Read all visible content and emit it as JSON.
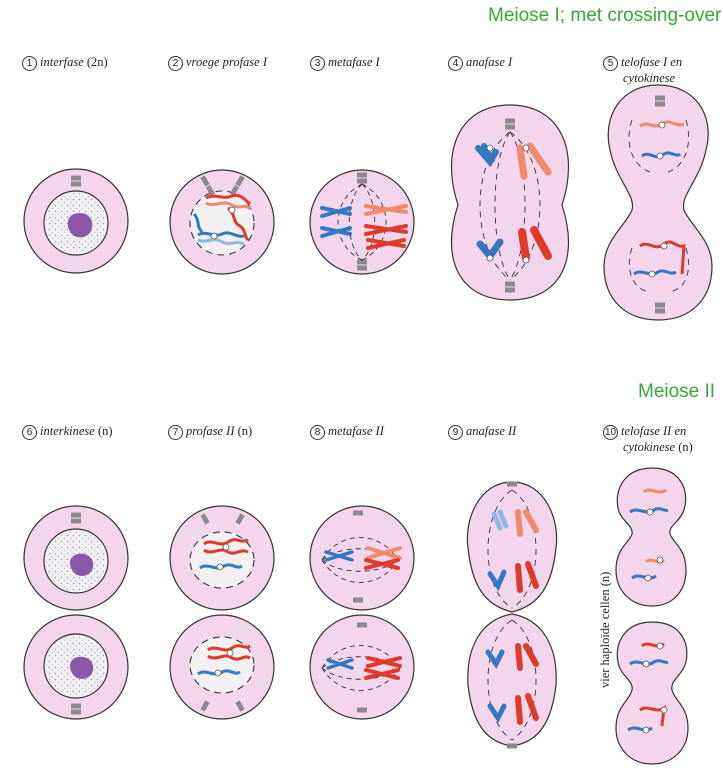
{
  "headings": {
    "meiosis1": "Meiose I; met crossing-over",
    "meiosis2": "Meiose II"
  },
  "stages": [
    {
      "num": "1",
      "name": "interfase",
      "suffix": "(2n)"
    },
    {
      "num": "2",
      "name": "vroege profase I",
      "suffix": ""
    },
    {
      "num": "3",
      "name": "metafase I",
      "suffix": ""
    },
    {
      "num": "4",
      "name": "anafase I",
      "suffix": ""
    },
    {
      "num": "5",
      "name": "telofase I en",
      "name2": "cytokinese",
      "suffix": ""
    },
    {
      "num": "6",
      "name": "interkinese",
      "suffix": "(n)"
    },
    {
      "num": "7",
      "name": "profase II",
      "suffix": "(n)"
    },
    {
      "num": "8",
      "name": "metafase II",
      "suffix": ""
    },
    {
      "num": "9",
      "name": "anafase II",
      "suffix": ""
    },
    {
      "num": "10",
      "name": "telofase II en",
      "name2": "cytokinese",
      "suffix": "(n)"
    }
  ],
  "side_label": "vier haploïde cellen (n)",
  "colors": {
    "cell_fill": "#f4d6ec",
    "cell_stroke": "#333333",
    "heading": "#3aa63a",
    "red": "#e03a2a",
    "salmon": "#f08a6a",
    "blue": "#3478c4",
    "lightblue": "#8fb6e6",
    "nucleus": "#8a58a8"
  }
}
